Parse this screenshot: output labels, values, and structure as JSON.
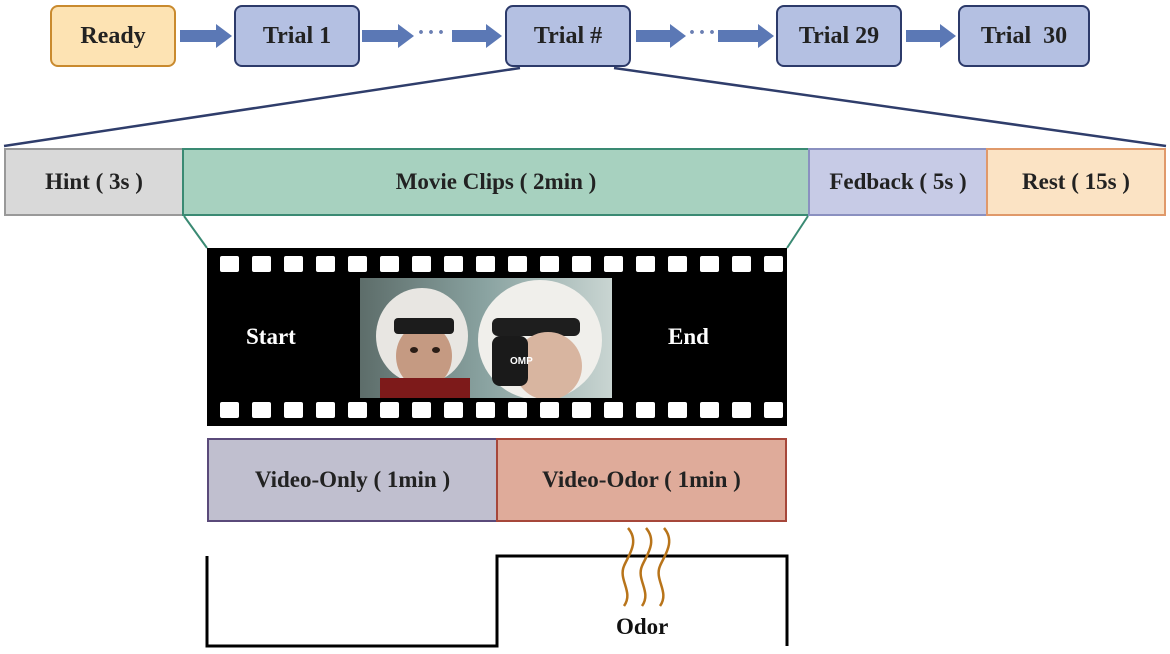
{
  "colors": {
    "ready_fill": "#fde3b3",
    "ready_stroke": "#c98a2e",
    "trial_fill": "#b4c0e2",
    "trial_stroke": "#2c3a6a",
    "arrow": "#5b78b5",
    "hint_fill": "#d9d9d9",
    "movie_fill": "#a7d1bf",
    "movie_stroke": "#3a8a73",
    "feedback_fill": "#c7cbe6",
    "rest_fill": "#fbe3c4",
    "rest_stroke": "#e0996a",
    "video_only_fill": "#c0bfcf",
    "video_only_stroke": "#5a4a7a",
    "video_odor_fill": "#dfab9a",
    "video_odor_stroke": "#a6473a",
    "odor_wave": "#b8741a"
  },
  "flow": {
    "ready": "Ready",
    "trial_1": "Trial 1",
    "trial_n": "Trial #",
    "trial_29": "Trial 29",
    "trial_30": "Trial  30",
    "ellipsis": "···"
  },
  "phases": {
    "hint": "Hint ( 3s )",
    "movie": "Movie Clips ( 2min )",
    "feedback": "Fedback ( 5s )",
    "rest": "Rest ( 15s )"
  },
  "film": {
    "start": "Start",
    "end": "End"
  },
  "conditions": {
    "video_only": "Video-Only ( 1min )",
    "video_odor": "Video-Odor ( 1min )"
  },
  "odor": {
    "label": "Odor"
  }
}
